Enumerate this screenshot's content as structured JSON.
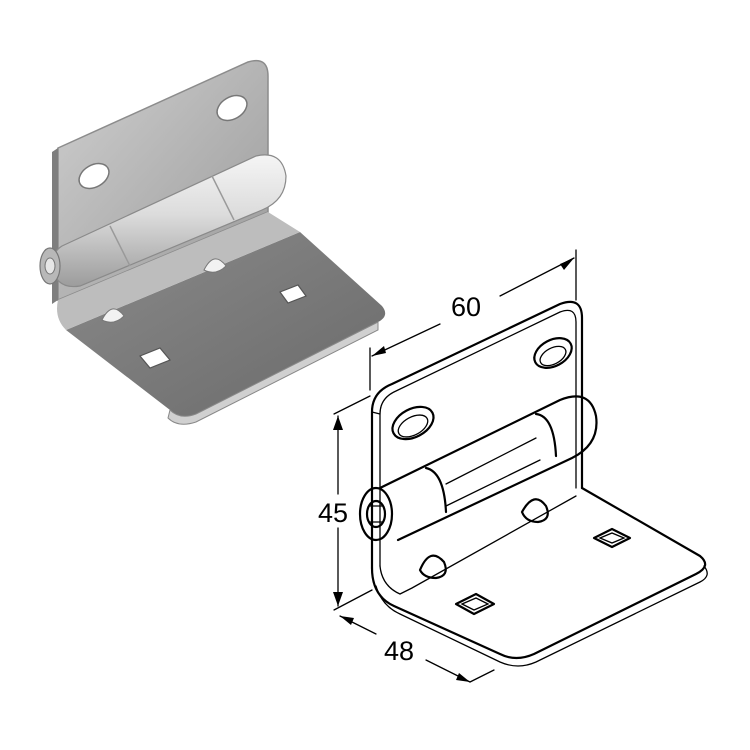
{
  "drawing": {
    "dimension_width": "60",
    "dimension_height": "45",
    "dimension_depth": "48"
  },
  "colors": {
    "metal_light": "#d8d8d8",
    "metal_mid": "#a9a9a9",
    "metal_dark": "#6f6f6f",
    "line": "#000000"
  }
}
